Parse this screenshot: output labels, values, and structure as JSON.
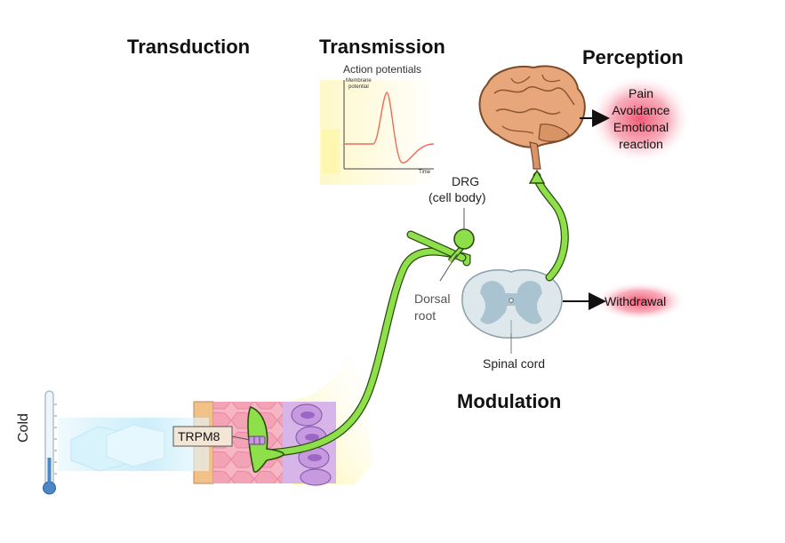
{
  "stages": {
    "transduction": "Transduction",
    "transmission": "Transmission",
    "perception": "Perception",
    "modulation": "Modulation"
  },
  "action_potential": {
    "title": "Action potentials",
    "y_label_line1": "Membrane",
    "y_label_line2": "potential",
    "x_label": "Time"
  },
  "drg": {
    "line1": "DRG",
    "line2": "(cell body)"
  },
  "dorsal_root": {
    "line1": "Dorsal",
    "line2": "root"
  },
  "spinal_cord": "Spinal cord",
  "outputs": {
    "pain": "Pain",
    "avoidance": "Avoidance",
    "emotional": "Emotional",
    "reaction": "reaction",
    "withdrawal": "Withdrawal"
  },
  "receptor": "TRPM8",
  "stimulus": "Cold",
  "colors": {
    "nerve": "#8ee04a",
    "nerve_outline": "#2e4a12",
    "glow_red": "#f0506e",
    "brain": "#e8a77a",
    "cord_grey": "#a9c4d0"
  }
}
